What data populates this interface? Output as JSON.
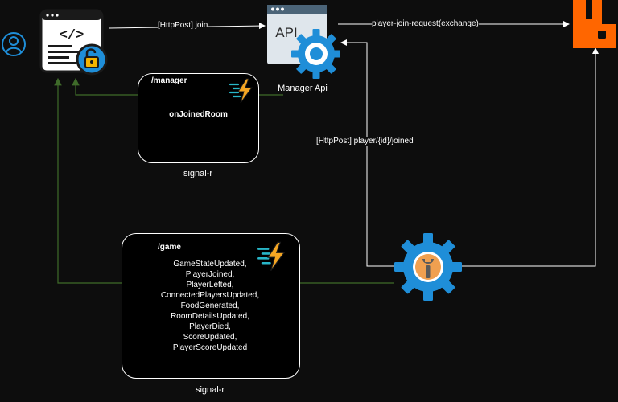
{
  "edges": {
    "client_to_api": "[HttpPost] join",
    "api_to_queue": "player-join-request(exchange)",
    "worker_to_api": "[HttpPost] player/{id}/joined"
  },
  "api": {
    "icon_text": "API",
    "caption": "Manager Api"
  },
  "manager_hub": {
    "route": "/manager",
    "events": [
      "onJoinedRoom"
    ],
    "caption": "signal-r"
  },
  "game_hub": {
    "route": "/game",
    "events": [
      "GameStateUpdated,",
      "PlayerJoined,",
      "PlayerLefted,",
      "ConnectedPlayersUpdated,",
      "FoodGenerated,",
      "RoomDetailsUpdated,",
      "PlayerDied,",
      "ScoreUpdated,",
      "PlayerScoreUpdated"
    ],
    "caption": "signal-r"
  },
  "icons": {
    "user": "user-icon",
    "client": "code-window-lock-icon",
    "api": "api-gear-icon",
    "queue": "rabbitmq-icon",
    "worker": "wrench-gear-icon",
    "signalr": "lightning-icon"
  },
  "colors": {
    "background": "#0d0d0d",
    "green_edge": "#3f6b2a",
    "white_edge": "#ffffff",
    "blue": "#1f8ed8",
    "orange": "#ff6600"
  }
}
